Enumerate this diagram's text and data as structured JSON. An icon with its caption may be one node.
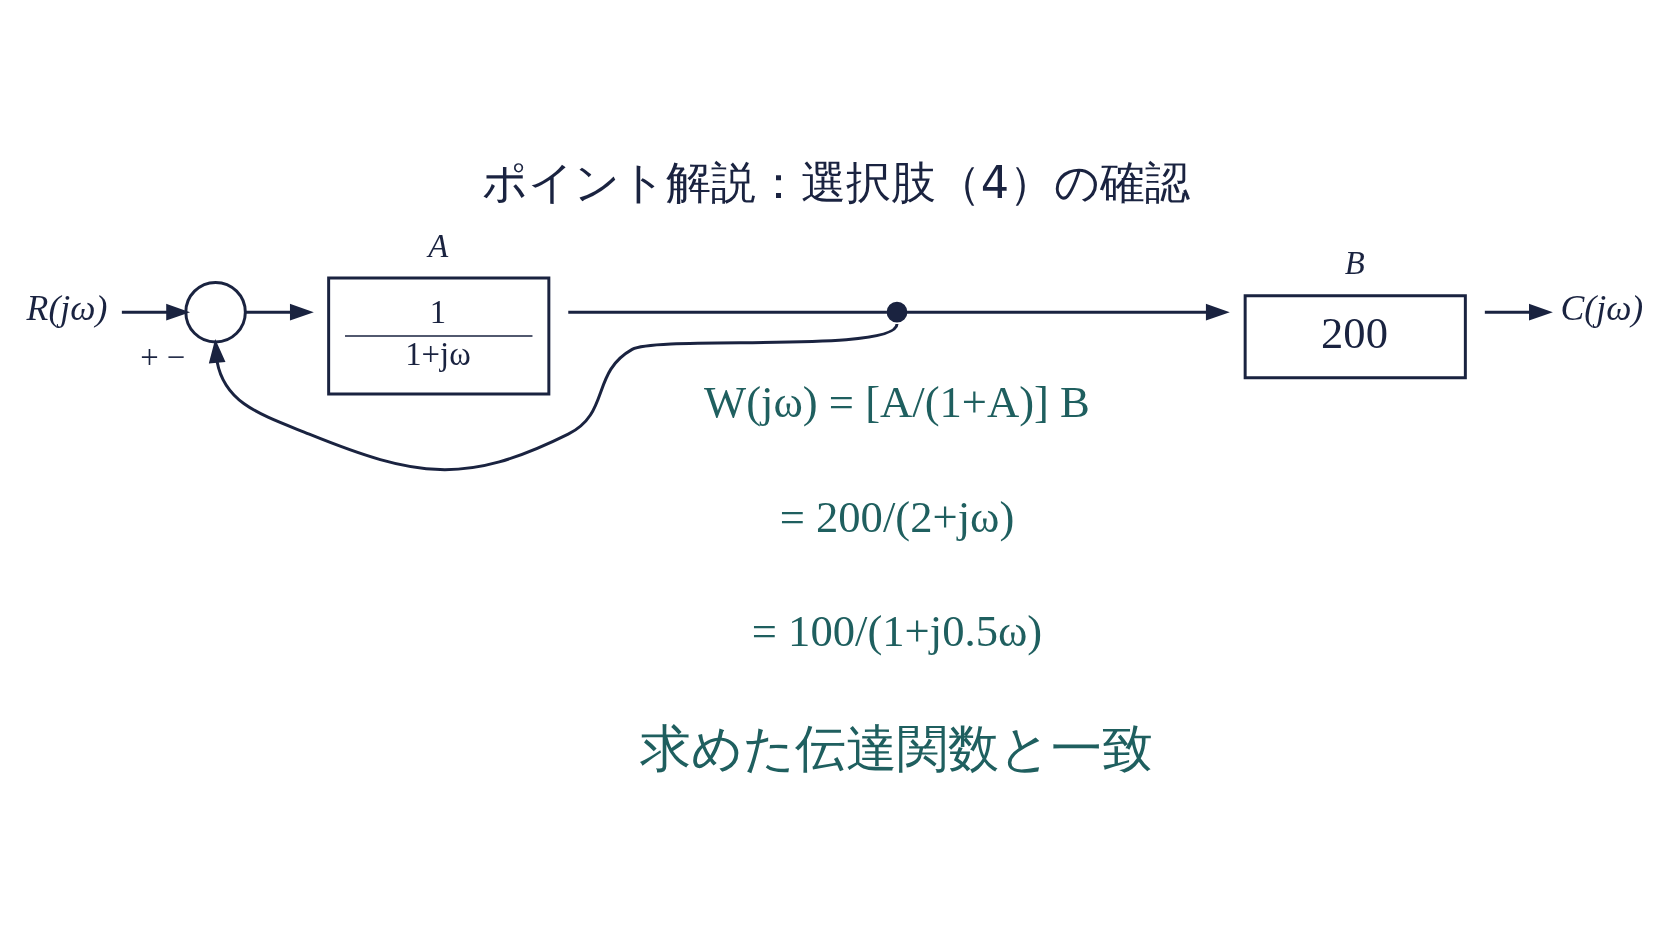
{
  "diagram": {
    "title": "ポイント解説：選択肢（4）の確認",
    "nodes": [
      {
        "text": [
          "R(jω)"
        ]
      },
      {
        "text": [],
        "shape": "circle",
        "beside": [
          "+",
          "−"
        ]
      },
      {
        "text": [
          "A",
          "1",
          "1+jω"
        ]
      },
      {
        "text": [],
        "shape": "point"
      },
      {
        "text": [
          "B",
          "200"
        ]
      },
      {
        "text": [
          "C(jω)"
        ]
      }
    ],
    "edges": [
      {
        "from": 0,
        "to": 1,
        "arrow": "to"
      },
      {
        "from": 1,
        "to": 2,
        "arrow": "to"
      },
      {
        "from": 2,
        "to": 3,
        "arrow": "none"
      },
      {
        "from": 3,
        "to": 4,
        "arrow": "to"
      },
      {
        "from": 4,
        "to": 5,
        "arrow": "to"
      },
      {
        "from": 3,
        "to": 1,
        "arrow": "to"
      }
    ],
    "labels": [
      "W(jω) = [A/(1+A)] B",
      "= 200/(2+jω)",
      "= 100/(1+j0.5ω)",
      "求めた伝達関数と一致"
    ]
  }
}
